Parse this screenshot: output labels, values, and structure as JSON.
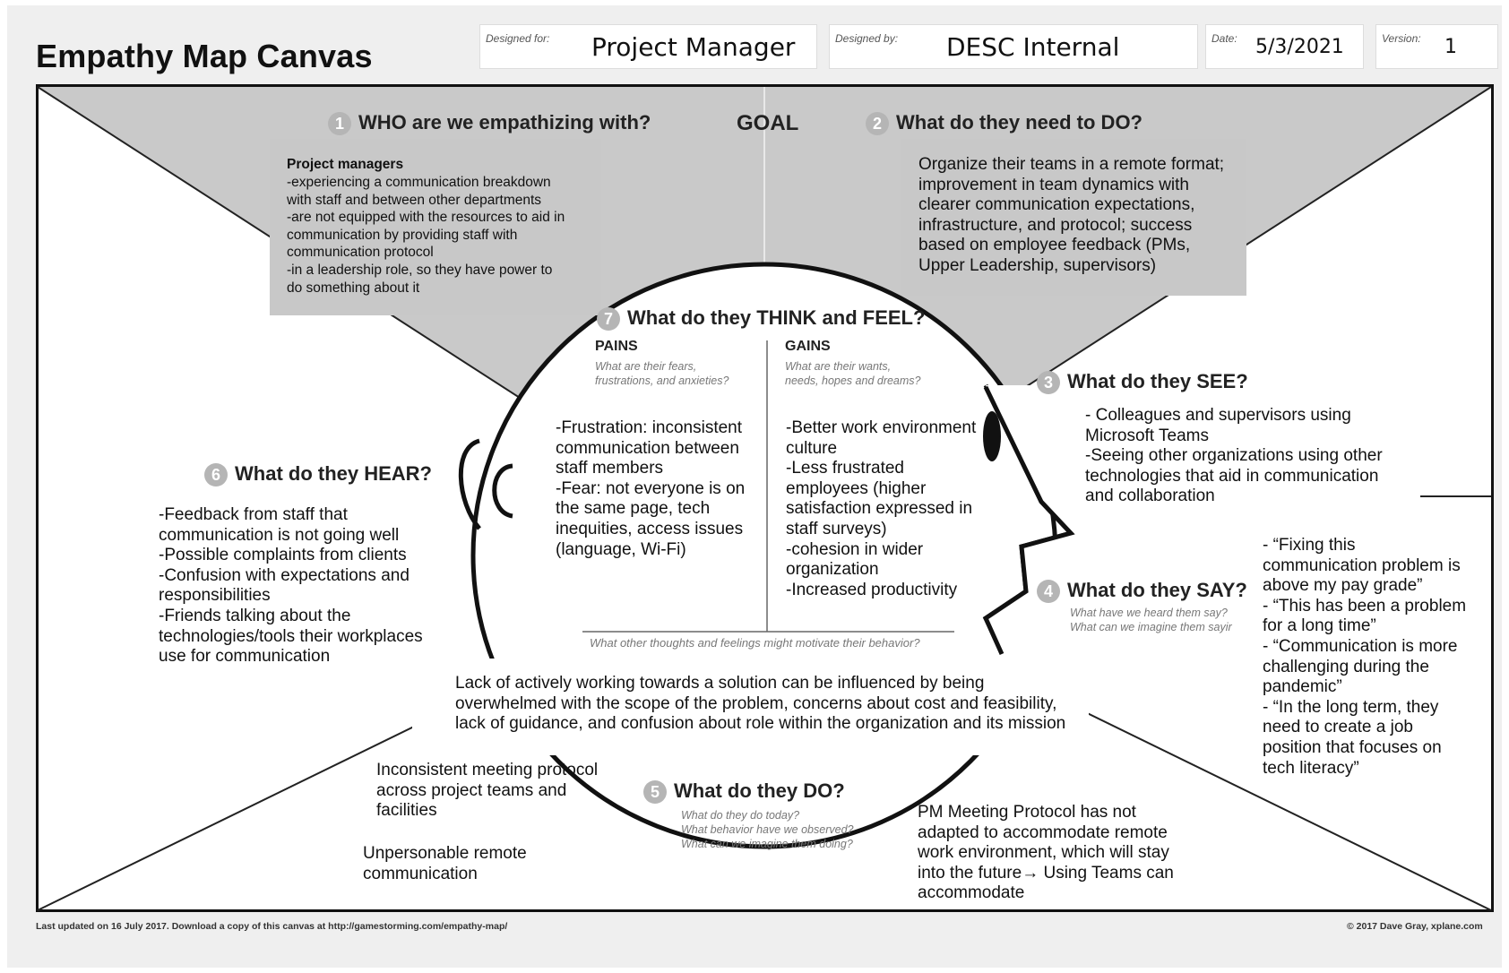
{
  "header": {
    "title": "Empathy Map Canvas",
    "designed_for_label": "Designed for:",
    "designed_for": "Project Manager",
    "designed_by_label": "Designed by:",
    "designed_by": "DESC Internal",
    "date_label": "Date:",
    "date": "5/3/2021",
    "version_label": "Version:",
    "version": "1"
  },
  "goal": "GOAL",
  "who": {
    "num": "1",
    "heading": "WHO are we empathizing with?",
    "box_title": "Project managers",
    "box_text": "-experiencing a communication breakdown\nwith staff and between other departments\n-are not equipped with the resources to aid in\ncommunication by providing staff with\ncommunication protocol\n-in a leadership role, so they have power to\ndo something about it"
  },
  "need": {
    "num": "2",
    "heading": "What do they need to DO?",
    "box_text": "Organize their teams in a remote format;\nimprovement in  team dynamics with\nclearer communication expectations,\ninfrastructure, and protocol; success\nbased on employee feedback (PMs,\nUpper Leadership, supervisors)"
  },
  "see": {
    "num": "3",
    "heading": "What do they SEE?",
    "text": "- Colleagues and supervisors using\nMicrosoft Teams\n-Seeing other organizations using other\ntechnologies that aid in communication\nand collaboration"
  },
  "say": {
    "num": "4",
    "heading": "What do they SAY?",
    "sub": "What have we heard them say?\nWhat can we imagine them sayir",
    "text": "- “Fixing this\ncommunication problem is\nabove my pay grade”\n- “This has been a problem\nfor a long time”\n- “Communication is more\nchallenging during the\npandemic”\n- “In the long term, they\nneed to create a job\nposition that focuses on\ntech literacy”"
  },
  "do": {
    "num": "5",
    "heading": "What do they DO?",
    "sub": "What do they do today?\nWhat behavior have we observed?\nWhat can we imagine them doing?",
    "left_text_1": "Inconsistent meeting protocol\nacross project teams and\nfacilities",
    "left_text_2": "Unpersonable remote\ncommunication",
    "right_text": "PM Meeting Protocol has not\nadapted to accommodate remote\nwork environment, which will stay\ninto the future→ Using Teams can\naccommodate"
  },
  "hear": {
    "num": "6",
    "heading": "What do they HEAR?",
    "text": "-Feedback from staff that\ncommunication is not going well\n-Possible complaints from clients\n-Confusion with expectations and\nresponsibilities\n-Friends talking about the\ntechnologies/tools their workplaces\nuse for communication"
  },
  "think": {
    "num": "7",
    "heading": "What do they THINK and FEEL?",
    "pains_label": "PAINS",
    "pains_sub": "What are their fears,\nfrustrations, and anxieties?",
    "pains_text": "-Frustration: inconsistent\ncommunication between\nstaff members\n-Fear: not everyone is on\nthe same page, tech\ninequities, access issues\n(language, Wi-Fi)",
    "gains_label": "GAINS",
    "gains_sub": "What are their wants,\nneeds, hopes and dreams?",
    "gains_text": "-Better work environment\nculture\n-Less frustrated\nemployees (higher\nsatisfaction expressed in\nstaff surveys)\n-cohesion in wider\norganization\n-Increased productivity",
    "motivate_q": "What other thoughts and feelings might motivate their behavior?",
    "motivate_text": " Lack of actively working towards a solution can be influenced by being\noverwhelmed with the scope of the problem, concerns about cost and feasibility,\nlack of guidance, and confusion about role within the organization and its mission"
  },
  "footer": {
    "left": "Last updated on 16 July 2017. Download a copy of this canvas at http://gamestorming.com/empathy-map/",
    "right": "© 2017 Dave Gray, xplane.com"
  }
}
